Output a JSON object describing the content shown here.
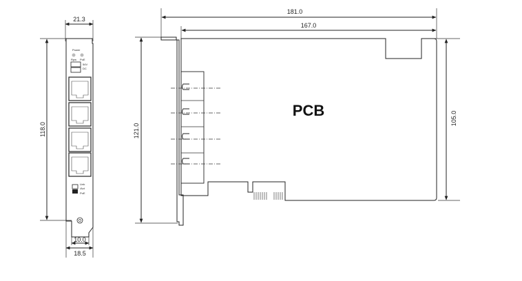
{
  "dimensions": {
    "bracket_width_top": "21.3",
    "bracket_height": "118.0",
    "tab_width": "10.0",
    "bottom_width": "18.5",
    "overall_length": "181.0",
    "pcb_length": "167.0",
    "overall_height": "121.0",
    "pcb_height": "105.0"
  },
  "labels": {
    "pcb": "PCB",
    "power": "Power",
    "led_left": "Rpw",
    "led_right": "PoE",
    "voltage_top": "54V",
    "voltage_bottom": "DC",
    "status_link": "Link",
    "status_act": "/Act",
    "status_poe": "PoE"
  },
  "ports": {
    "count": 4
  }
}
